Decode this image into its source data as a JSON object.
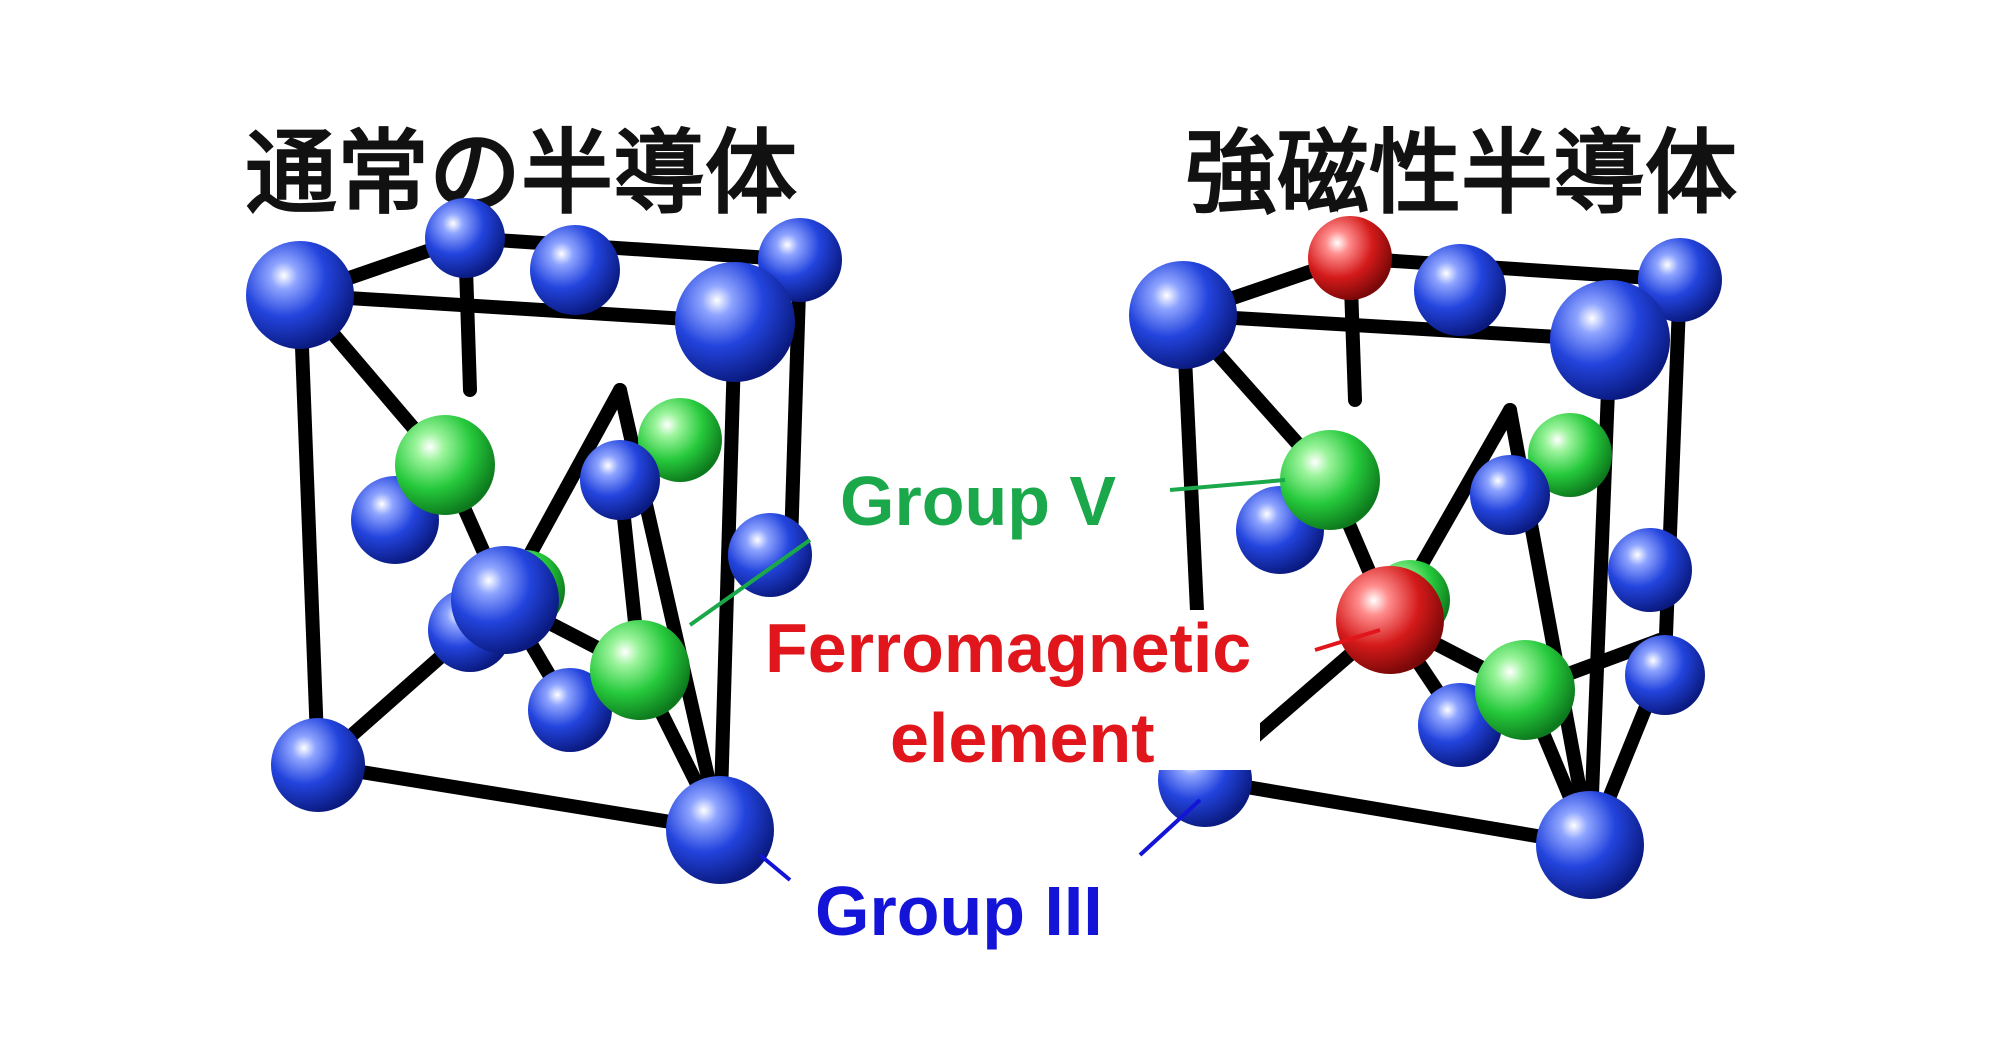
{
  "titles": {
    "left": "通常の半導体",
    "right": "強磁性半導体"
  },
  "labels": {
    "group_v": "Group V",
    "ferromagnetic_line1": "Ferromagnetic",
    "ferromagnetic_line2": "element",
    "group_iii": "Group III"
  },
  "colors": {
    "group_iii": "#1f3ed6",
    "group_v": "#22c23a",
    "ferromagnetic": "#d81c1c",
    "bond": "#000000",
    "group_v_label": "#1aa84a",
    "ferromagnetic_label": "#e0161c",
    "group_iii_label": "#1414d8"
  }
}
